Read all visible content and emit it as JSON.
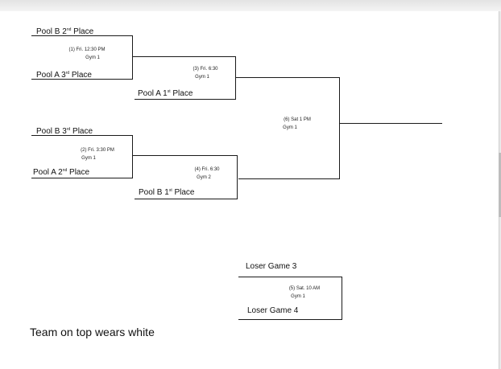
{
  "labels": {
    "pool_b_2nd": {
      "name": "Pool B 2",
      "suffix": "nd",
      "rest": " Place"
    },
    "pool_a_3rd": {
      "name": "Pool A 3",
      "suffix": "rd",
      "rest": " Place"
    },
    "pool_a_1st": {
      "name": "Pool A 1",
      "suffix": "st",
      "rest": " Place"
    },
    "pool_b_3rd": {
      "name": "Pool B 3",
      "suffix": "rd",
      "rest": " Place"
    },
    "pool_a_2nd": {
      "name": "Pool A 2",
      "suffix": "nd",
      "rest": " Place"
    },
    "pool_b_1st": {
      "name": "Pool B 1",
      "suffix": "st",
      "rest": " Place"
    },
    "loser_game_3": "Loser Game 3",
    "loser_game_4": "Loser Game 4"
  },
  "games": {
    "g1": {
      "line1": "(1)    Fri. 12:30 PM",
      "line2": "Gym 1"
    },
    "g2": {
      "line1": "(2) Fri. 3:30 PM",
      "line2": "Gym 1"
    },
    "g3": {
      "line1": "(3) Fri. 6:30",
      "line2": "Gym 1"
    },
    "g4": {
      "line1": "(4) Fri. 6:30",
      "line2": "Gym 2"
    },
    "g5": {
      "line1": "(5) Sat. 10 AM",
      "line2": "Gym 1"
    },
    "g6": {
      "line1": "(6) Sat 1 PM",
      "line2": "Gym 1"
    }
  },
  "note": "Team on top wears white"
}
